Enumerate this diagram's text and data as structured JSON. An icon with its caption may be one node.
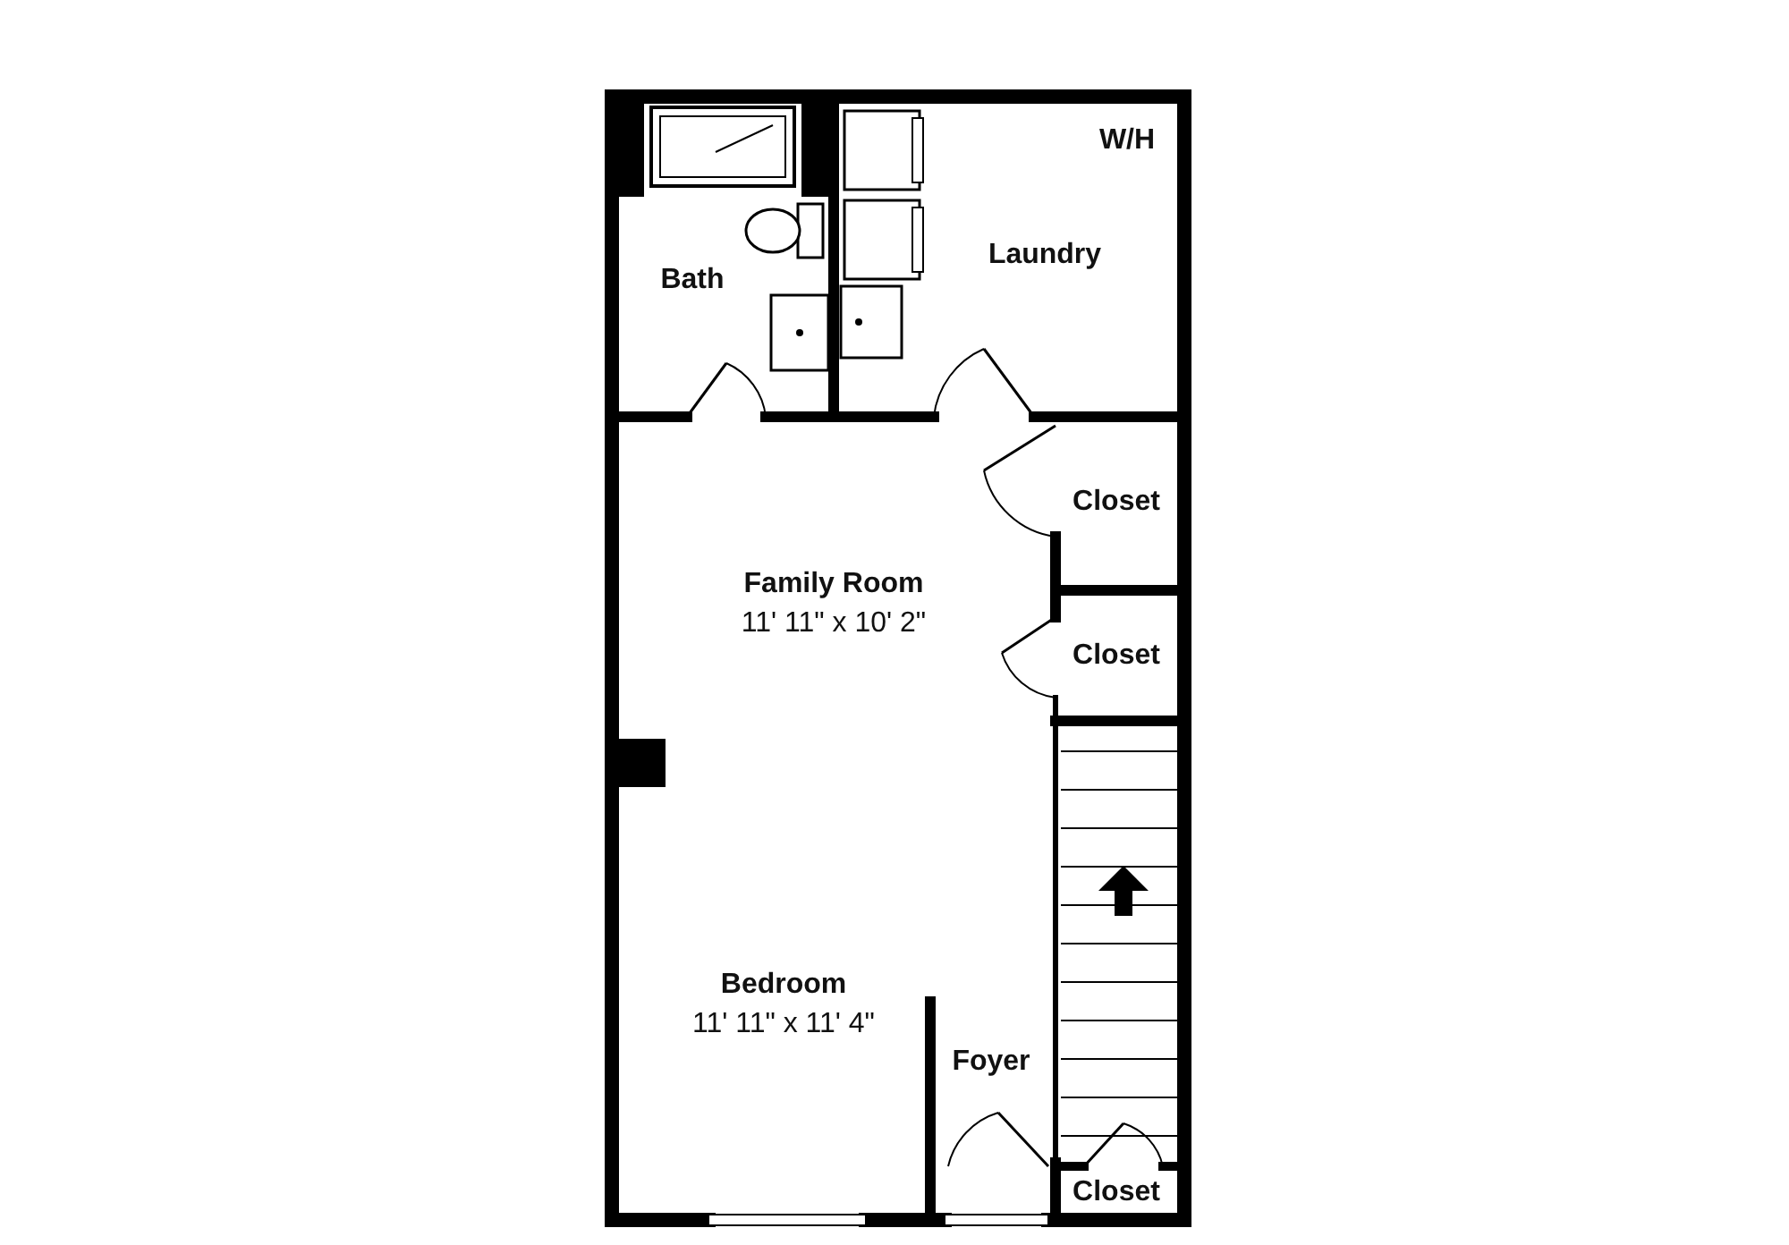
{
  "diagram": {
    "nodes": [
      {
        "text": [
          "Bath"
        ]
      },
      {
        "text": [
          "Laundry"
        ]
      },
      {
        "text": [
          "Closet"
        ]
      },
      {
        "text": [
          "Family Room",
          "11' 11\" x 10' 2\""
        ]
      },
      {
        "text": [
          "Closet"
        ]
      },
      {
        "text": [
          "Bedroom",
          "11' 11\" x 11' 4\""
        ]
      },
      {
        "text": [
          "Foyer"
        ]
      },
      {
        "text": [
          "Closet"
        ]
      }
    ],
    "edges": [],
    "labels": [
      "W/H"
    ]
  }
}
